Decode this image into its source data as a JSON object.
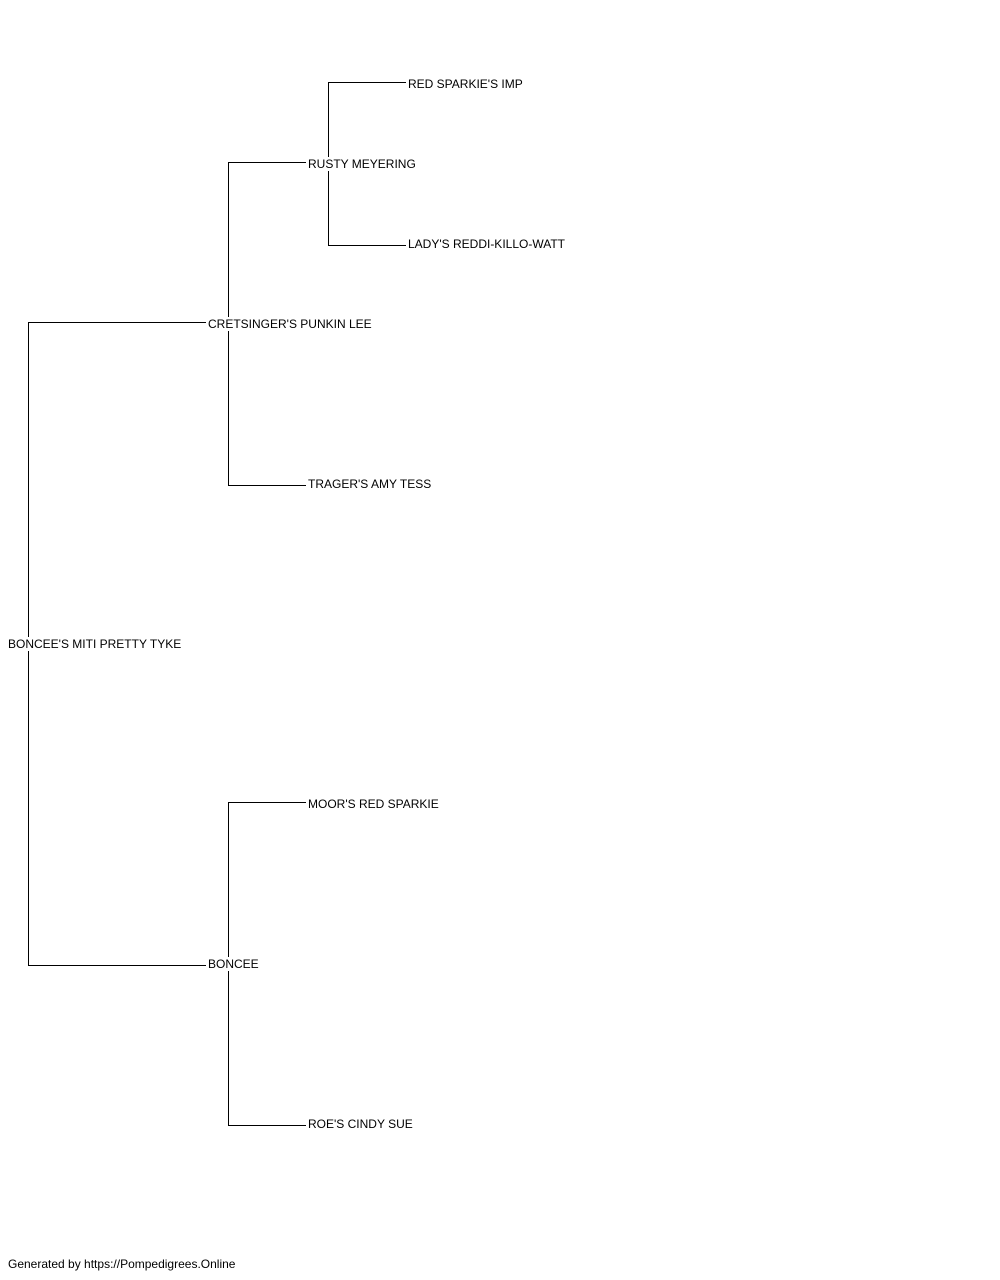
{
  "pedigree": {
    "subject": "BONCEE'S MITI PRETTY TYKE",
    "sire": "CRETSINGER'S PUNKIN LEE",
    "dam": "BONCEE",
    "sire_sire": "RUSTY MEYERING",
    "sire_dam": "TRAGER'S AMY TESS",
    "dam_sire": "MOOR'S RED SPARKIE",
    "dam_dam": "ROE'S CINDY SUE",
    "sire_sire_sire": "RED SPARKIE'S IMP",
    "sire_sire_dam": "LADY'S REDDI-KILLO-WATT"
  },
  "footer": {
    "text": "Generated by https://Pompedigrees.Online"
  },
  "colors": {
    "line": "#000000",
    "text": "#000000",
    "background": "#ffffff"
  }
}
